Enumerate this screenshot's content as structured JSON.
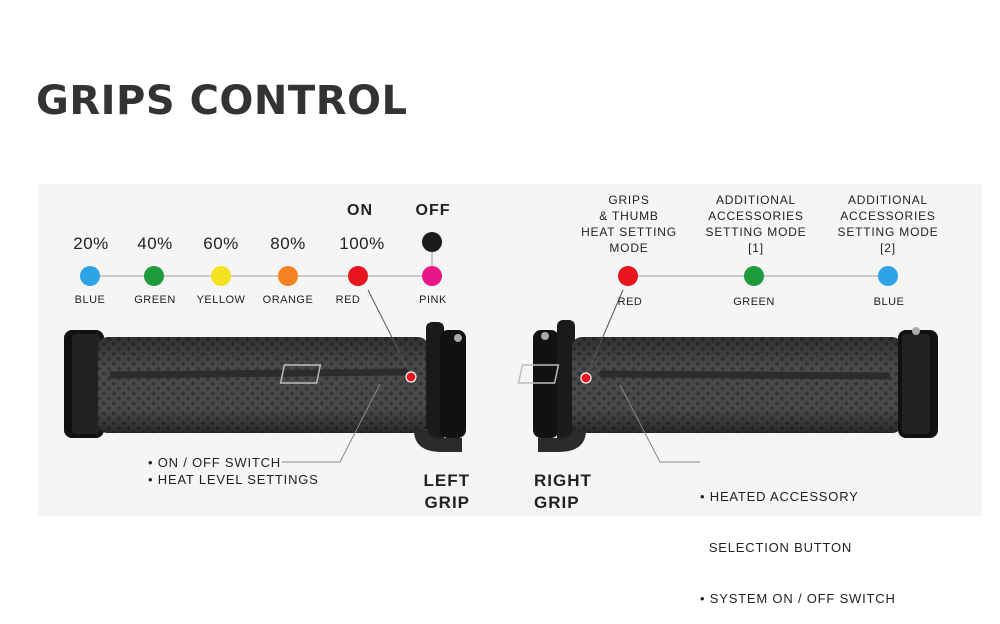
{
  "title": "GRIPS CONTROL",
  "left": {
    "on_label": "ON",
    "off_label": "OFF",
    "levels": [
      {
        "percent": "20%",
        "color_name": "BLUE",
        "color": "#2ea3e6"
      },
      {
        "percent": "40%",
        "color_name": "GREEN",
        "color": "#1f9a3c"
      },
      {
        "percent": "60%",
        "color_name": "YELLOW",
        "color": "#f3e221"
      },
      {
        "percent": "80%",
        "color_name": "ORANGE",
        "color": "#f58220"
      },
      {
        "percent": "100%",
        "color_name": "RED",
        "color": "#e8141e"
      },
      {
        "percent": "",
        "color_name": "PINK",
        "color": "#e8168a"
      }
    ],
    "off_dot_color": "#1a1a1a",
    "notes": [
      "• ON / OFF SWITCH",
      "• HEAT LEVEL SETTINGS"
    ],
    "grip_name": [
      "LEFT",
      "GRIP"
    ]
  },
  "right": {
    "modes": [
      {
        "label": [
          "GRIPS",
          "& THUMB",
          "HEAT SETTING",
          "MODE"
        ],
        "color_name": "RED",
        "color": "#e8141e"
      },
      {
        "label": [
          "ADDITIONAL",
          "ACCESSORIES",
          "SETTING MODE",
          "[1]"
        ],
        "color_name": "GREEN",
        "color": "#1f9a3c"
      },
      {
        "label": [
          "ADDITIONAL",
          "ACCESSORIES",
          "SETTING MODE",
          "[2]"
        ],
        "color_name": "BLUE",
        "color": "#2ea3e6"
      }
    ],
    "notes": [
      "• HEATED ACCESSORY",
      "  SELECTION BUTTON",
      "• SYSTEM ON / OFF SWITCH"
    ],
    "grip_name": [
      "RIGHT",
      "GRIP"
    ]
  }
}
